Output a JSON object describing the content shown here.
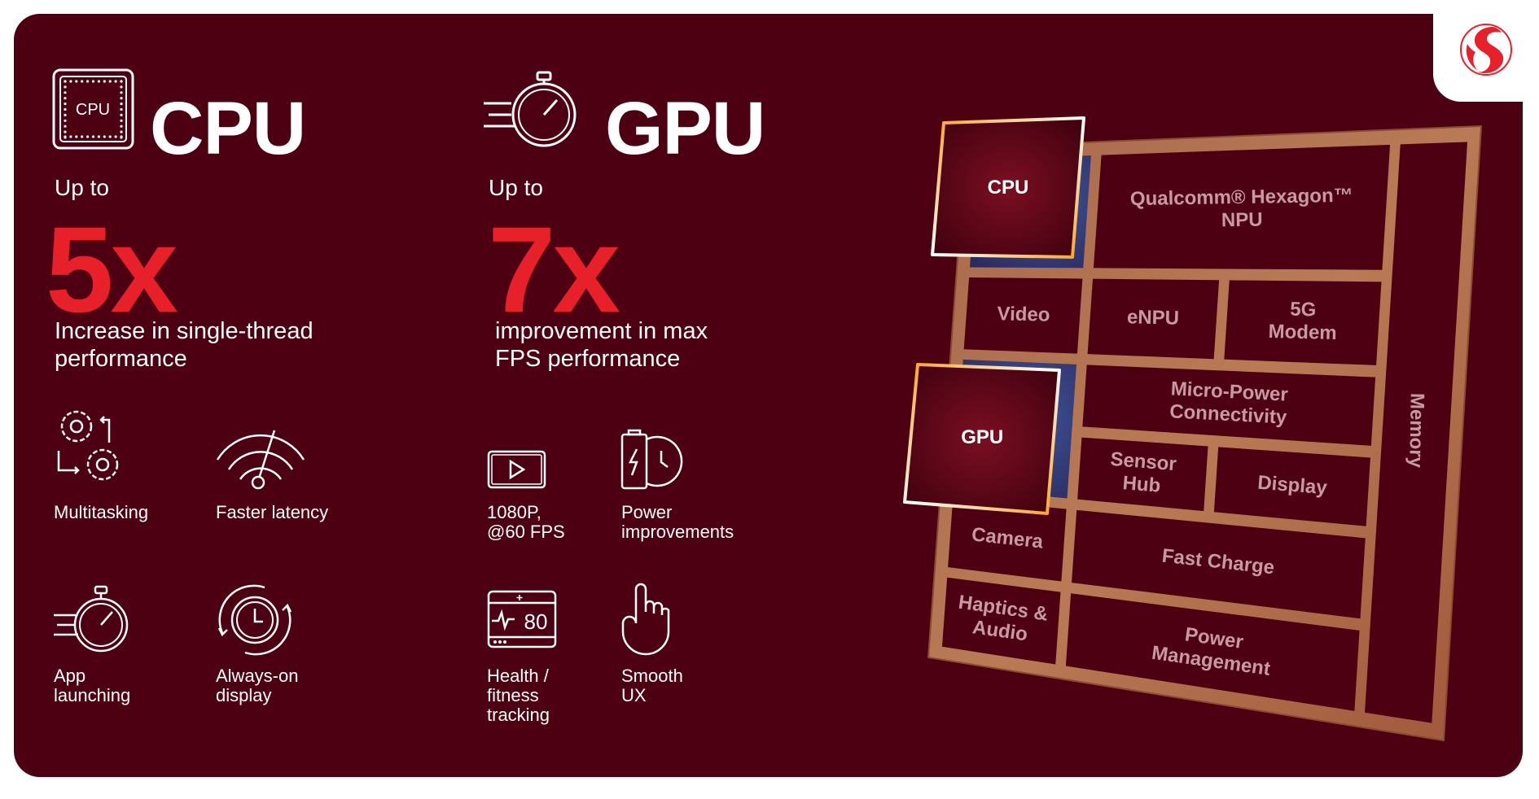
{
  "colors": {
    "background": "#4c0011",
    "accent_red": "#e8202a",
    "frame": "#b5704c",
    "chip_glow": "#3b4f9a",
    "cell_text": "#c79aa3"
  },
  "logo": {
    "name": "snapdragon-logo",
    "icon": "snapdragon-s-icon"
  },
  "cpu": {
    "icon": "cpu-chip-icon",
    "chip_label": "CPU",
    "title": "CPU",
    "up_to": "Up to",
    "multiplier": "5x",
    "description": [
      "Increase in single-thread",
      "performance"
    ],
    "features": [
      {
        "icon": "gears-icon",
        "label": [
          "Multitasking"
        ]
      },
      {
        "icon": "latency-gauge-icon",
        "label": [
          "Faster latency"
        ]
      },
      {
        "icon": "stopwatch-icon",
        "label": [
          "App",
          "launching"
        ]
      },
      {
        "icon": "clock-cycle-icon",
        "label": [
          "Always-on",
          "display"
        ]
      }
    ]
  },
  "gpu": {
    "icon": "stopwatch-speed-icon",
    "title": "GPU",
    "up_to": "Up to",
    "multiplier": "7x",
    "description": [
      "improvement in max",
      "FPS performance"
    ],
    "features": [
      {
        "icon": "video-play-icon",
        "label": [
          "1080P,",
          "@60 FPS"
        ]
      },
      {
        "icon": "battery-clock-icon",
        "label": [
          "Power",
          "improvements"
        ]
      },
      {
        "icon": "health-monitor-icon",
        "label": [
          "Health /",
          "fitness",
          "tracking"
        ]
      },
      {
        "icon": "pointing-hand-icon",
        "label": [
          "Smooth",
          "UX"
        ]
      }
    ]
  },
  "diagram": {
    "chips": [
      "CPU",
      "GPU"
    ],
    "blocks": [
      [
        "Qualcomm® Hexagon™",
        "NPU"
      ],
      [
        "Video"
      ],
      [
        "eNPU"
      ],
      [
        "5G",
        "Modem"
      ],
      [
        "Micro-Power",
        "Connectivity"
      ],
      [
        "Sensor",
        "Hub"
      ],
      [
        "Display"
      ],
      [
        "Camera"
      ],
      [
        "Fast Charge"
      ],
      [
        "Haptics &",
        "Audio"
      ],
      [
        "Power",
        "Management"
      ]
    ],
    "memory": "Memory"
  }
}
